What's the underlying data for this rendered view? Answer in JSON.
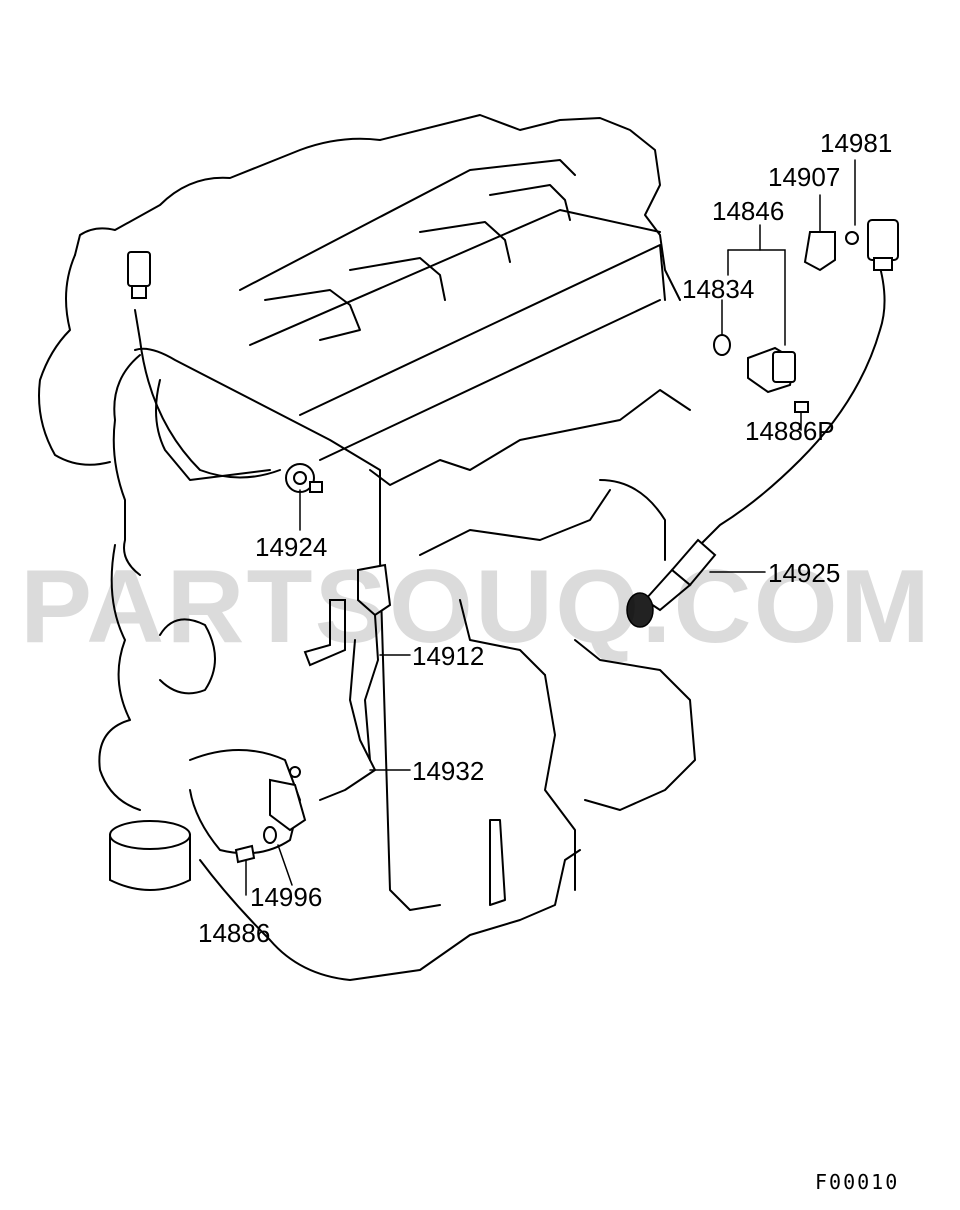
{
  "watermark": "PARTSOUQ.COM",
  "figure_code": "F00010",
  "callouts": [
    {
      "id": "14981",
      "label": "14981"
    },
    {
      "id": "14907",
      "label": "14907"
    },
    {
      "id": "14846",
      "label": "14846"
    },
    {
      "id": "14834",
      "label": "14834"
    },
    {
      "id": "14886P",
      "label": "14886P"
    },
    {
      "id": "14924",
      "label": "14924"
    },
    {
      "id": "14925",
      "label": "14925"
    },
    {
      "id": "14912",
      "label": "14912"
    },
    {
      "id": "14932",
      "label": "14932"
    },
    {
      "id": "14996",
      "label": "14996"
    },
    {
      "id": "14886",
      "label": "14886"
    }
  ]
}
